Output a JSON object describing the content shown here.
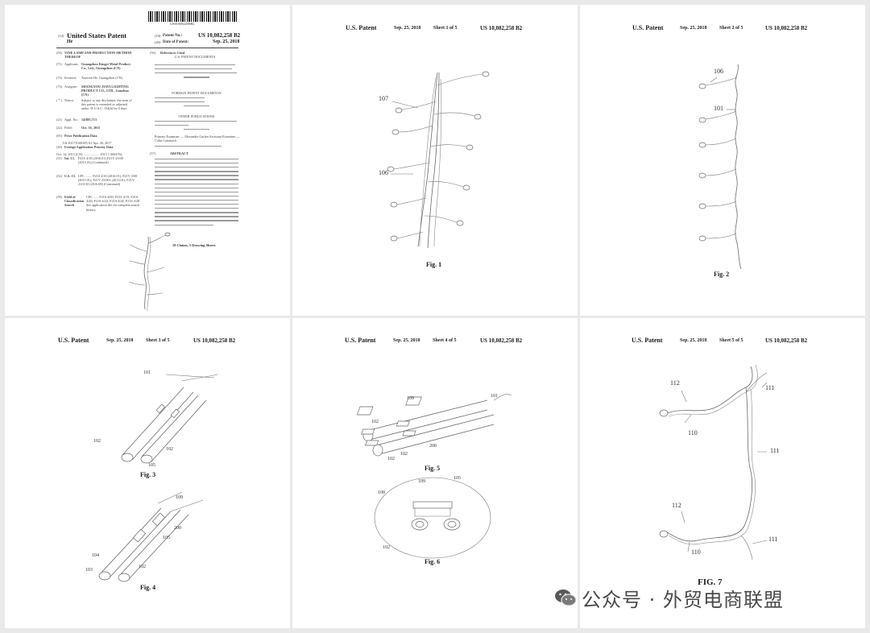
{
  "front_page": {
    "barcode_number": "US010082258B2",
    "header_left": [
      {
        "code": "(12)",
        "text": "United States Patent"
      },
      {
        "code": "",
        "text": "He"
      }
    ],
    "header_right": [
      {
        "code": "(10)",
        "label": "Patent No.:",
        "value": "US 10,082,258 B2"
      },
      {
        "code": "(45)",
        "label": "Date of Patent:",
        "value": "Sep. 25, 2018"
      }
    ],
    "fields": [
      {
        "code": "(54)",
        "label": "",
        "value": "VINE LAMP AND PRODUCTION METHOD THEREOF"
      },
      {
        "code": "(71)",
        "label": "Applicant:",
        "value": "Guangzhou Kingyi Metal Product Co., Ltd., Guangzhou (CN)"
      },
      {
        "code": "(72)",
        "label": "Inventor:",
        "value": "Xuewen He, Guangzhou (CN)"
      },
      {
        "code": "(73)",
        "label": "Assignee:",
        "value": "SHANGYOU JIAYI LIGHTING PRODUCT CO., LTD., Ganzhou (CN)"
      },
      {
        "code": "( * )",
        "label": "Notice:",
        "value": "Subject to any disclaimer, the term of this patent is extended or adjusted under 35 U.S.C. 154(b) by 0 days."
      },
      {
        "code": "(21)",
        "label": "Appl. No.:",
        "value": "14/885,713"
      },
      {
        "code": "(22)",
        "label": "Filed:",
        "value": "Oct. 16, 2015"
      },
      {
        "code": "(65)",
        "label": "Prior Publication Data",
        "value": "US 2017/0108185 A1    Apr. 20, 2017"
      },
      {
        "code": "(30)",
        "label": "Foreign Application Priority Data",
        "value": "Oct. 14, 2015  (CN) ................... 2015 1 0664762"
      },
      {
        "code": "(51)",
        "label": "Int. Cl.",
        "value": "F21S 4/10 (2016.01)  F21V 23/00 (2015.01)  (Continued)"
      },
      {
        "code": "(52)",
        "label": "U.S. Cl.",
        "value": "CPC ........ F21S 4/10 (2016.01); F21V 3/00 (2015.01); F21V 23/001 (2013.01); F21Y 2115/10 (2016.08)  (Continued)"
      },
      {
        "code": "(58)",
        "label": "Field of Classification Search",
        "value": "CPC ...... F21S 4/00; F21S 4/15; F21S 4/26; F21S 4/22; F21S 4/24; F21S 4/28  See application file for complete search history."
      }
    ],
    "right_col": [
      {
        "code": "(56)",
        "label": "References Cited",
        "value": "U.S. PATENT DOCUMENTS"
      },
      {
        "code": "",
        "label": "",
        "value": "FOREIGN PATENT DOCUMENTS"
      },
      {
        "code": "",
        "label": "",
        "value": "OTHER PUBLICATIONS"
      },
      {
        "code": "",
        "label": "",
        "value": "Primary Examiner — Alexander Garlen  Assistant Examiner — Colin Cattanach"
      },
      {
        "code": "(57)",
        "label": "ABSTRACT",
        "value": ""
      }
    ],
    "footer": "18 Claims, 5 Drawing Sheets"
  },
  "sheets": [
    {
      "brand": "U.S. Patent",
      "date": "Sep. 25, 2018",
      "sheet": "Sheet 1 of 5",
      "number": "US 10,082,258 B2",
      "figure": "Fig. 1",
      "refs": [
        "107",
        "106"
      ]
    },
    {
      "brand": "U.S. Patent",
      "date": "Sep. 25, 2018",
      "sheet": "Sheet 2 of 5",
      "number": "US 10,082,258 B2",
      "figure": "Fig. 2",
      "refs": [
        "106",
        "101"
      ]
    },
    {
      "brand": "U.S. Patent",
      "date": "Sep. 25, 2018",
      "sheet": "Sheet 3 of 5",
      "number": "US 10,082,258 B2",
      "figures": [
        "Fig. 3",
        "Fig. 4"
      ],
      "refs": [
        "101",
        "102",
        "104",
        "103",
        "109",
        "105",
        "200"
      ]
    },
    {
      "brand": "U.S. Patent",
      "date": "Sep. 25, 2018",
      "sheet": "Sheet 4 of 5",
      "number": "US 10,082,258 B2",
      "figures": [
        "Fig. 5",
        "Fig. 6"
      ],
      "refs": [
        "109",
        "101",
        "102",
        "200",
        "102",
        "109",
        "105",
        "108",
        "102"
      ]
    },
    {
      "brand": "U.S. Patent",
      "date": "Sep. 25, 2018",
      "sheet": "Sheet 5 of 5",
      "number": "US 10,082,258 B2",
      "figure": "FIG. 7",
      "refs": [
        "112",
        "111",
        "110",
        "111",
        "112",
        "110",
        "111"
      ]
    }
  ],
  "watermark": {
    "text": "公众号 · 外贸电商联盟",
    "icon": "wechat-icon"
  }
}
